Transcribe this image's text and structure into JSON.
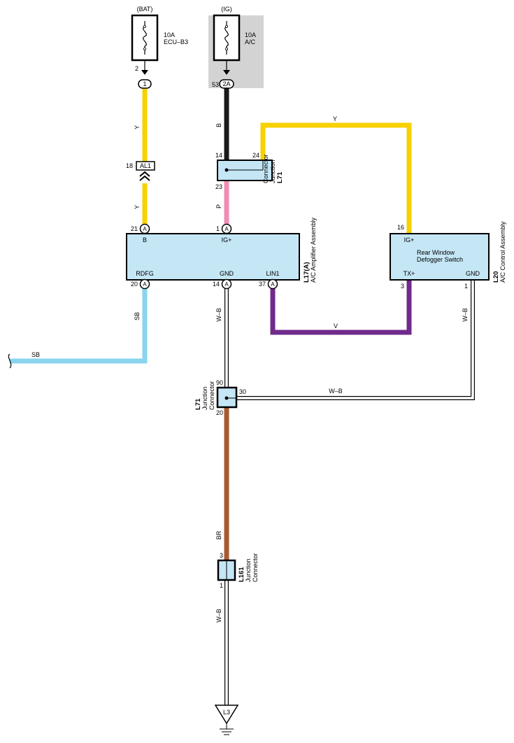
{
  "colors": {
    "yellow": "#f7d100",
    "black": "#1a1a1a",
    "pink": "#f08cb4",
    "light_blue": "#8ad4f0",
    "purple": "#702a8c",
    "brown": "#a85a32",
    "component_fill": "#c4e6f5",
    "shade": "#d3d3d3"
  },
  "fuses": [
    {
      "source": "(BAT)",
      "rating": "10A",
      "name": "ECU–B3",
      "pin": "2",
      "connector": "1"
    },
    {
      "source": "(IG)",
      "rating": "10A",
      "name": "A/C",
      "pin": "53",
      "connector": "2A"
    }
  ],
  "wires": {
    "y_left_upper": "Y",
    "y_left_lower": "Y",
    "b": "B",
    "p": "P",
    "y_top": "Y",
    "sb_vertical": "SB",
    "sb_horizontal": "SB",
    "v": "V",
    "wb_center": "W–B",
    "wb_right": "W–B",
    "wb_horizontal": "W–B",
    "br": "BR",
    "wb_bottom": "W–B"
  },
  "al1": {
    "pin": "18",
    "label": "AL1"
  },
  "junction_top": {
    "id": "L71",
    "desc": "Junction\nConnector",
    "pin_top_left": "14",
    "pin_top_right": "24",
    "pin_bottom": "23"
  },
  "amplifier": {
    "id": "L17(A)",
    "desc": "A/C Amplifier Assembly",
    "terminal_letter": "A",
    "pins": {
      "b": {
        "num": "21",
        "label": "B"
      },
      "ig": {
        "num": "1",
        "label": "IG+"
      },
      "rdfg": {
        "num": "20",
        "label": "RDFG"
      },
      "gnd": {
        "num": "14",
        "label": "GND"
      },
      "lin1": {
        "num": "37",
        "label": "LIN1"
      }
    }
  },
  "control": {
    "id": "L20",
    "desc": "A/C Control Assembly",
    "name_line1": "Rear Window",
    "name_line2": "Defogger Switch",
    "pins": {
      "ig": {
        "num": "16",
        "label": "IG+"
      },
      "tx": {
        "num": "3",
        "label": "TX+"
      },
      "gnd": {
        "num": "1",
        "label": "GND"
      }
    }
  },
  "junction_mid": {
    "id": "L71",
    "desc": "Junction\nConnector",
    "pin_top": "90",
    "pin_right": "30",
    "pin_bottom": "20"
  },
  "junction_low": {
    "id": "L161",
    "desc": "Junction\nConnector",
    "pin_top": "3",
    "pin_bottom": "1"
  },
  "ground": {
    "label": "L3"
  }
}
